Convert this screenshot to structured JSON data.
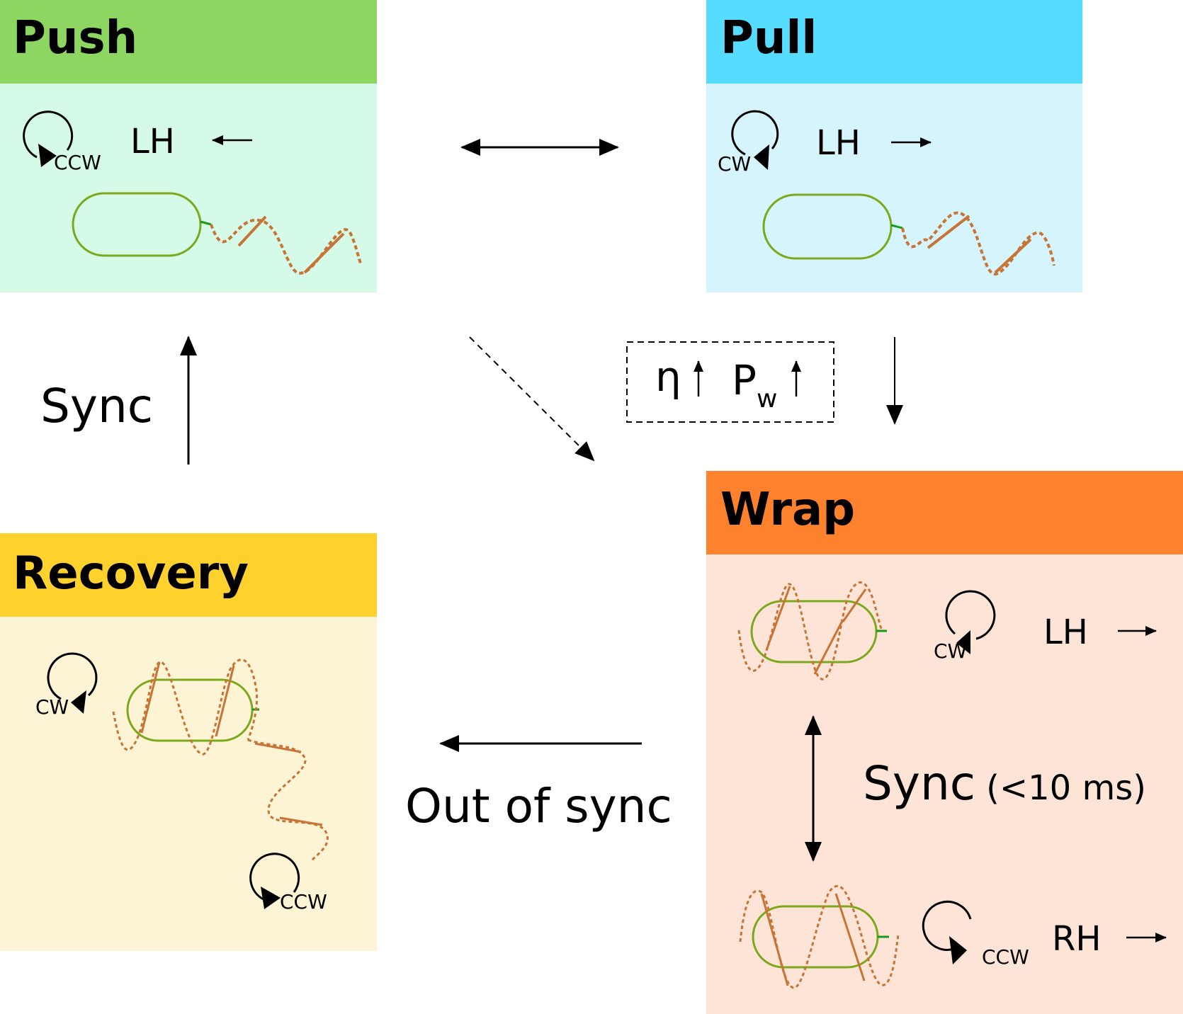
{
  "panels": {
    "push": {
      "title": "Push",
      "header_color": "#8ed662",
      "body_color": "#d5fbe8"
    },
    "pull": {
      "title": "Pull",
      "header_color": "#56dcfe",
      "body_color": "#d5f4fb"
    },
    "wrap": {
      "title": "Wrap",
      "header_color": "#fe812d",
      "body_color": "#fde4d6"
    },
    "recovery": {
      "title": "Recovery",
      "header_color": "#fed12d",
      "body_color": "#fdf3d5"
    }
  },
  "labels": {
    "push_rotation": "CCW",
    "push_handedness": "LH",
    "pull_rotation": "CW",
    "pull_handedness": "LH",
    "wrap_top_rotation": "CW",
    "wrap_top_handedness": "LH",
    "wrap_bottom_rotation": "CCW",
    "wrap_bottom_handedness": "RH",
    "recovery_rotation_top": "CW",
    "recovery_rotation_bottom": "CCW",
    "sync_left": "Sync",
    "sync_wrap": "Sync",
    "sync_wrap_time": "(<10 ms)",
    "out_of_sync": "Out of sync",
    "eta": "η",
    "power_p": "P",
    "power_sub": "w"
  },
  "colors": {
    "cell": "#7ba81c",
    "flagellum": "#c87436",
    "hook": "#1a9a1a"
  }
}
